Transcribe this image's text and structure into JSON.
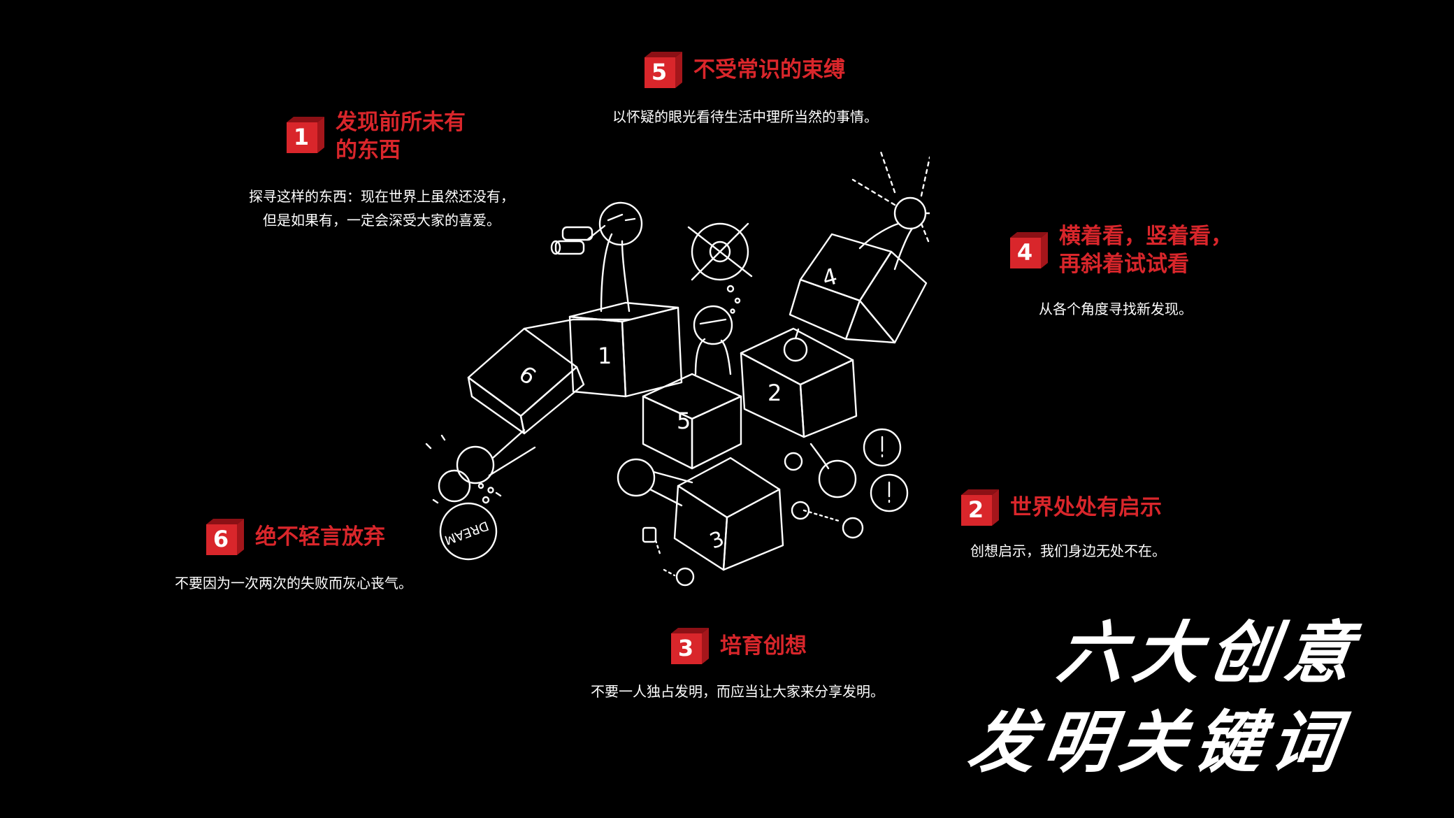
{
  "accent_color": "#d9262b",
  "background_color": "#000000",
  "main_title": {
    "line1": "六大创意",
    "line2": "发明关键词"
  },
  "keywords": [
    {
      "number": "1",
      "title_lines": [
        "发现前所未有",
        "的东西"
      ],
      "description_lines": [
        "探寻这样的东西：现在世界上虽然还没有，",
        "但是如果有，一定会深受大家的喜爱。"
      ]
    },
    {
      "number": "2",
      "title_lines": [
        "世界处处有启示"
      ],
      "description_lines": [
        "创想启示，我们身边无处不在。"
      ]
    },
    {
      "number": "3",
      "title_lines": [
        "培育创想"
      ],
      "description_lines": [
        "不要一人独占发明，而应当让大家来分享发明。"
      ]
    },
    {
      "number": "4",
      "title_lines": [
        "横着看，竖着看，",
        "再斜着试试看"
      ],
      "description_lines": [
        "从各个角度寻找新发现。"
      ]
    },
    {
      "number": "5",
      "title_lines": [
        "不受常识的束缚"
      ],
      "description_lines": [
        "以怀疑的眼光看待生活中理所当然的事情。"
      ]
    },
    {
      "number": "6",
      "title_lines": [
        "绝不轻言放弃"
      ],
      "description_lines": [
        "不要因为一次两次的失败而灰心丧气。"
      ]
    }
  ],
  "illustration": {
    "box_labels": [
      "1",
      "2",
      "3",
      "4",
      "5",
      "6"
    ],
    "dream_label": "DREAM"
  }
}
